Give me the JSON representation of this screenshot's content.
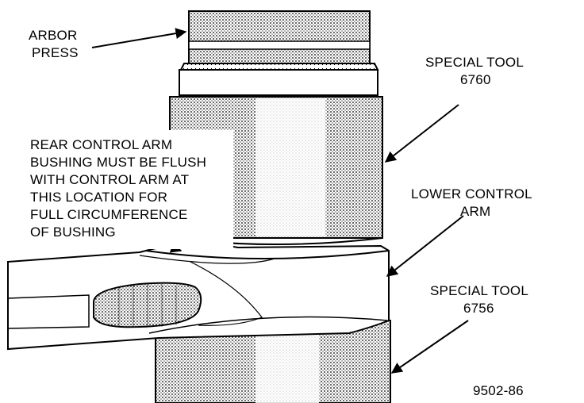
{
  "labels": {
    "arbor_press": [
      "ARBOR",
      "PRESS"
    ],
    "special_tool_top": [
      "SPECIAL TOOL",
      "6760"
    ],
    "lower_control_arm": [
      "LOWER CONTROL",
      "ARM"
    ],
    "special_tool_bottom": [
      "SPECIAL TOOL",
      "6756"
    ],
    "note": [
      "REAR CONTROL ARM",
      "BUSHING MUST BE FLUSH",
      "WITH CONTROL ARM AT",
      "THIS LOCATION FOR",
      "FULL CIRCUMFERENCE",
      "OF BUSHING"
    ]
  },
  "figure_number": "9502-86"
}
